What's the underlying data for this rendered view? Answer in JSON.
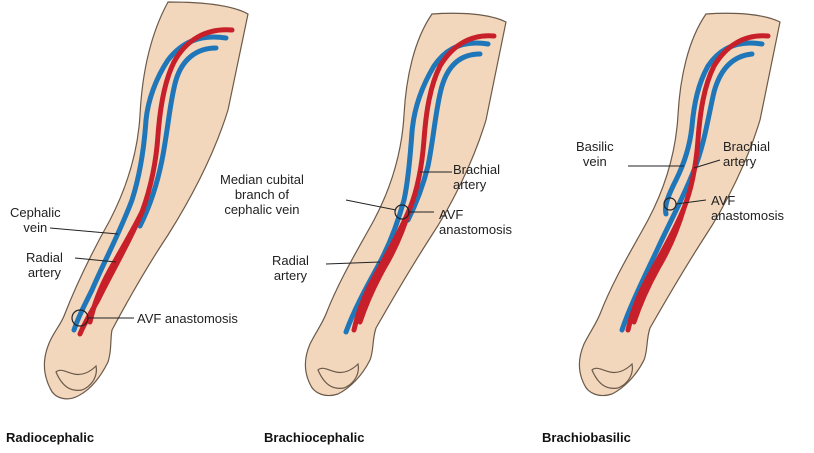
{
  "panels": [
    {
      "caption": "Radiocephalic",
      "labels": {
        "cephalic_vein": "Cephalic\nvein",
        "radial_artery": "Radial\nartery",
        "avf": "AVF anastomosis"
      }
    },
    {
      "caption": "Brachiocephalic",
      "labels": {
        "median_cubital": "Median cubital\nbranch of\ncephalic vein",
        "brachial_artery": "Brachial\nartery",
        "avf": "AVF\nanastomosis",
        "radial_artery": "Radial\nartery"
      }
    },
    {
      "caption": "Brachiobasilic",
      "labels": {
        "basilic_vein": "Basilic\nvein",
        "brachial_artery": "Brachial\nartery",
        "avf": "AVF\nanastomosis"
      }
    }
  ],
  "colors": {
    "skin": "#f2d7bd",
    "skin_outline": "#6b5a4a",
    "artery": "#c8202a",
    "vein": "#1f76b8",
    "leader": "#222222"
  }
}
